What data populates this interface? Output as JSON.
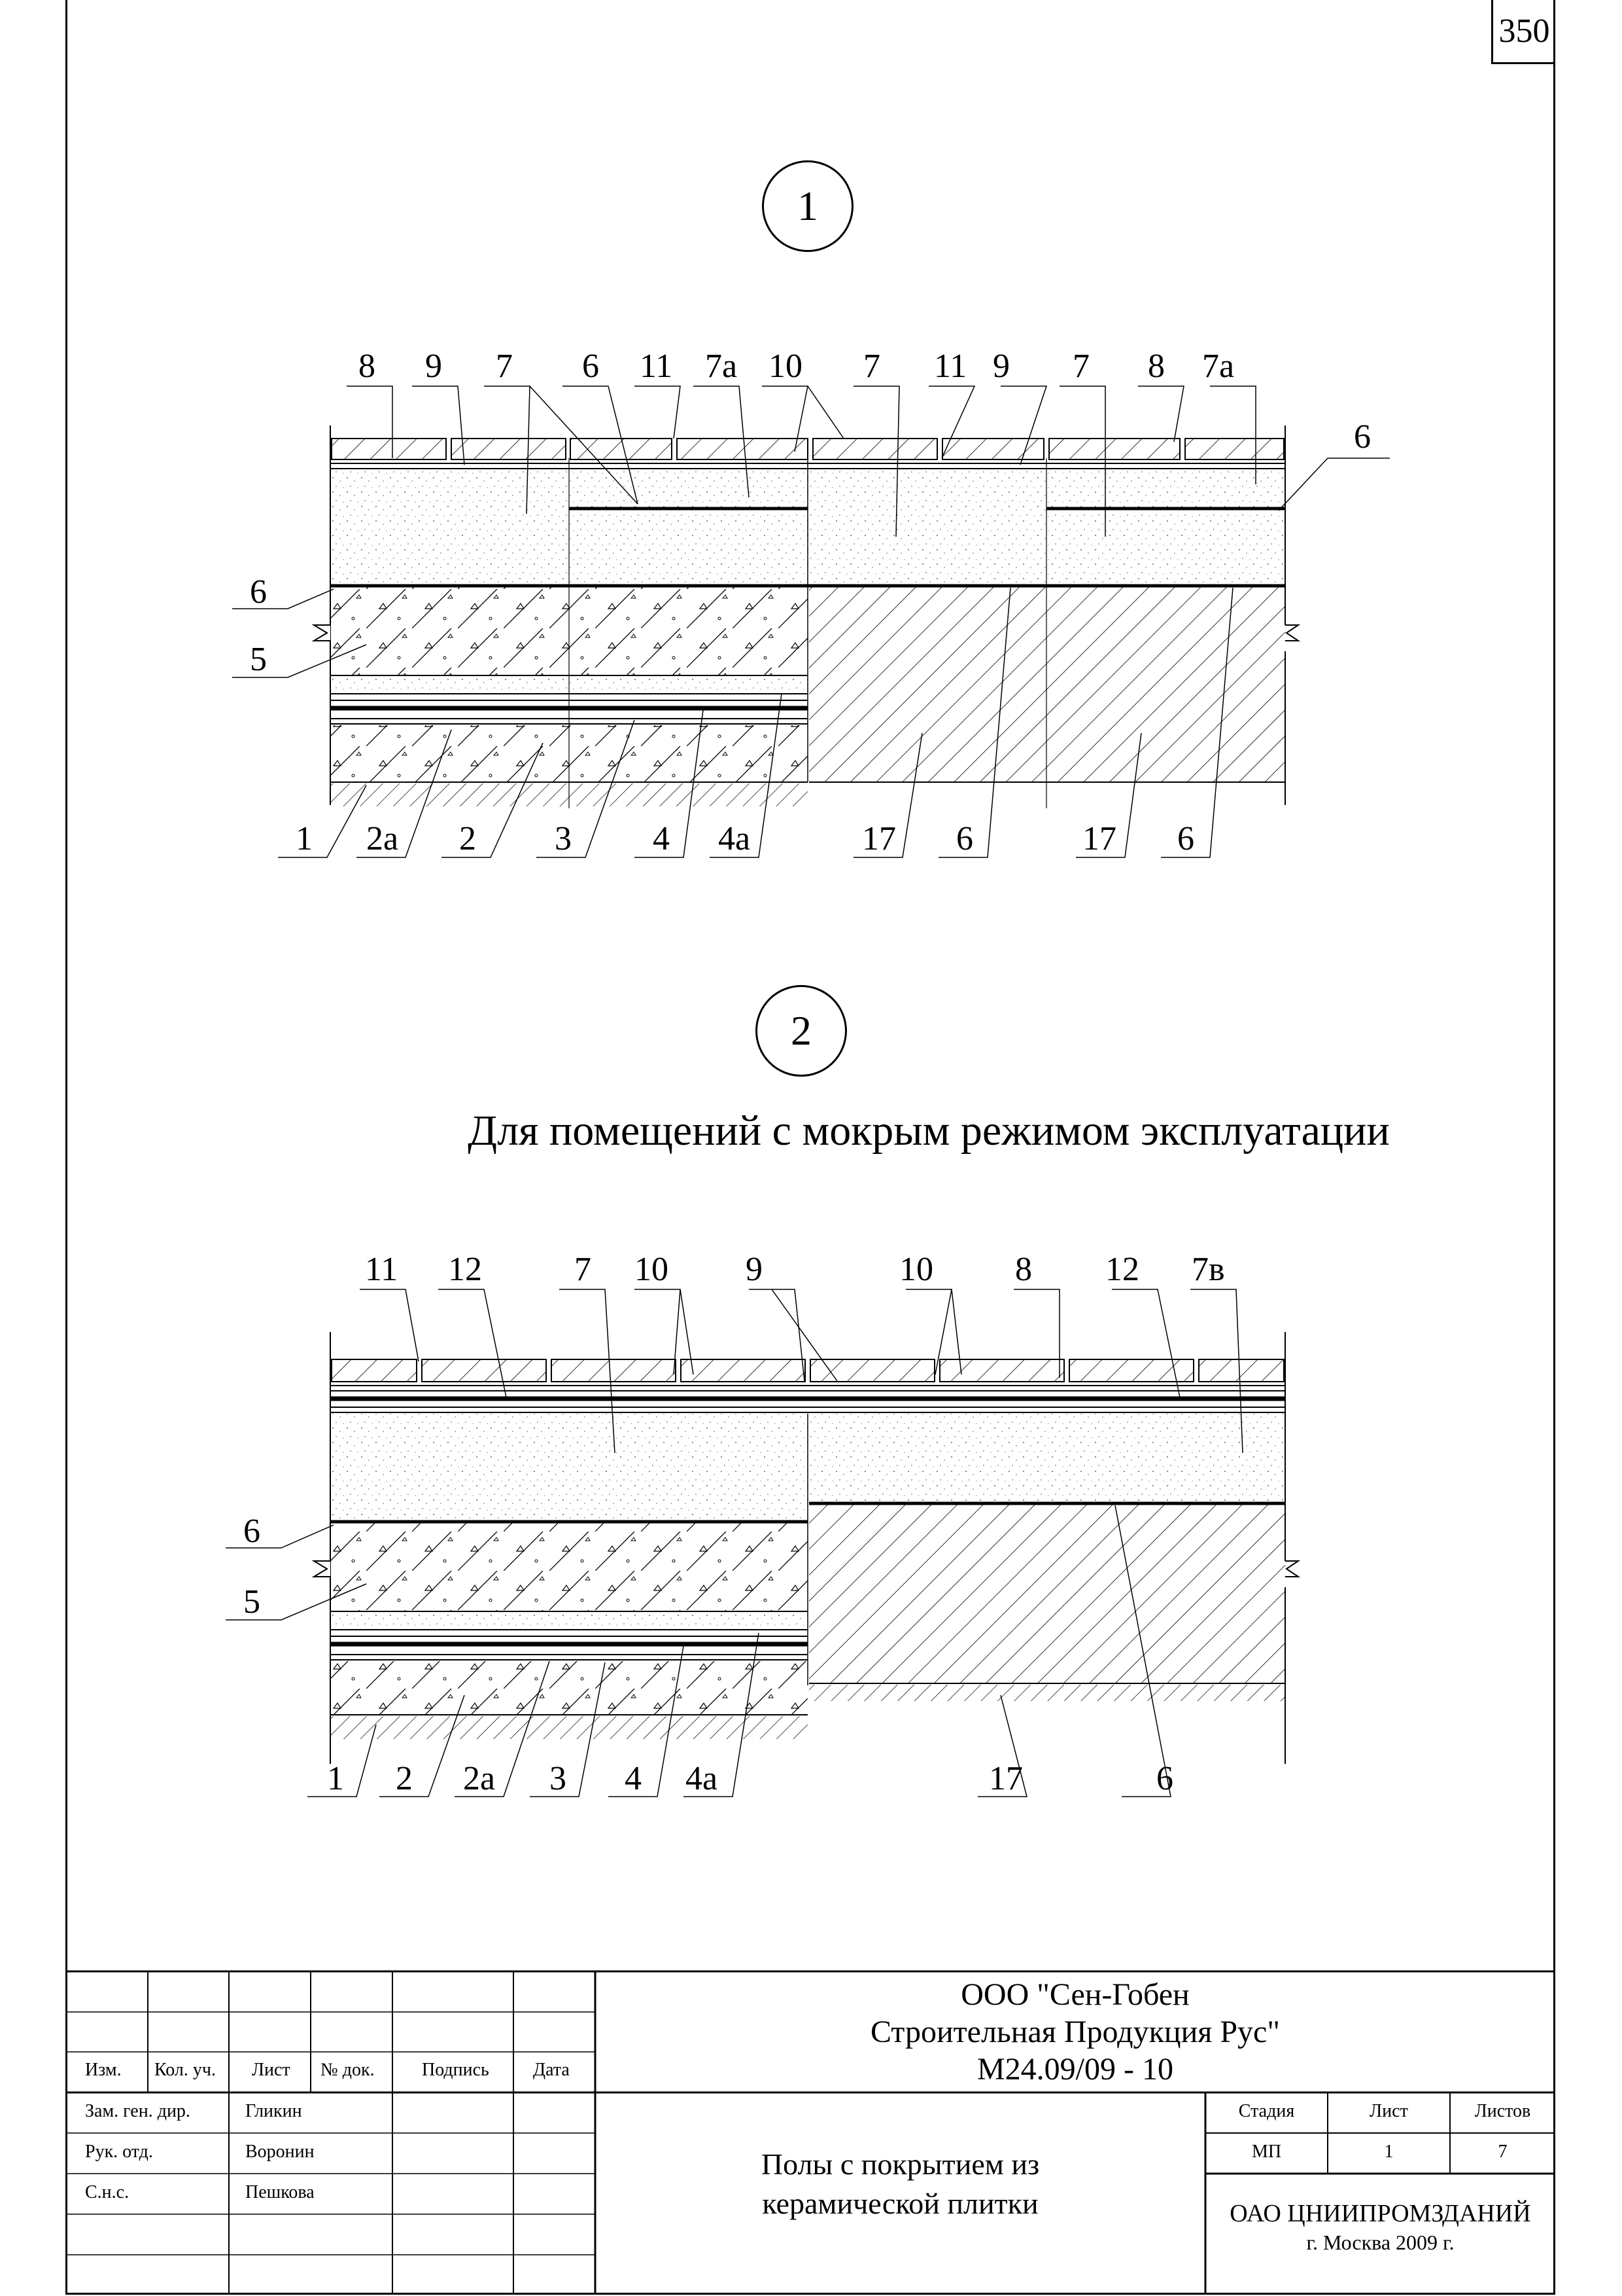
{
  "sheet_number": "350",
  "detail_1": {
    "marker": "1"
  },
  "detail_2": {
    "marker": "2",
    "subtitle": "Для помещений с мокрым режимом эксплуатации"
  },
  "callouts_1_top": [
    "8",
    "9",
    "7",
    "6",
    "11",
    "7а",
    "10",
    "7",
    "11",
    "9",
    "7",
    "8",
    "7а",
    "6"
  ],
  "callouts_1_left": [
    "6",
    "5"
  ],
  "callouts_1_bottom": [
    "1",
    "2а",
    "2",
    "3",
    "4",
    "4а",
    "17",
    "6",
    "17",
    "6"
  ],
  "callouts_2_top": [
    "11",
    "12",
    "7",
    "10",
    "9",
    "10",
    "8",
    "12",
    "7в"
  ],
  "callouts_2_left": [
    "6",
    "5"
  ],
  "callouts_2_bottom": [
    "1",
    "2",
    "2а",
    "3",
    "4",
    "4а",
    "17",
    "6"
  ],
  "title_block": {
    "headers": [
      "Изм.",
      "Кол. уч.",
      "Лист",
      "№ док.",
      "Подпись",
      "Дата"
    ],
    "roles": [
      {
        "role": "Зам. ген. дир.",
        "name": "Гликин"
      },
      {
        "role": "Рук. отд.",
        "name": "Воронин"
      },
      {
        "role": "С.н.с.",
        "name": "Пешкова"
      }
    ],
    "company_line1": "ООО \"Сен-Гобен",
    "company_line2": "Строительная Продукция Рус\"",
    "doc_code": "М24.09/09 - 10",
    "drawing_title_line1": "Полы с покрытием из",
    "drawing_title_line2": "керамической плитки",
    "stage_label": "Стадия",
    "sheet_label": "Лист",
    "sheets_label": "Листов",
    "stage": "МП",
    "sheet": "1",
    "sheets": "7",
    "org_line1": "ОАО ЦНИИПРОМЗДАНИЙ",
    "org_line2": "г. Москва 2009 г."
  }
}
